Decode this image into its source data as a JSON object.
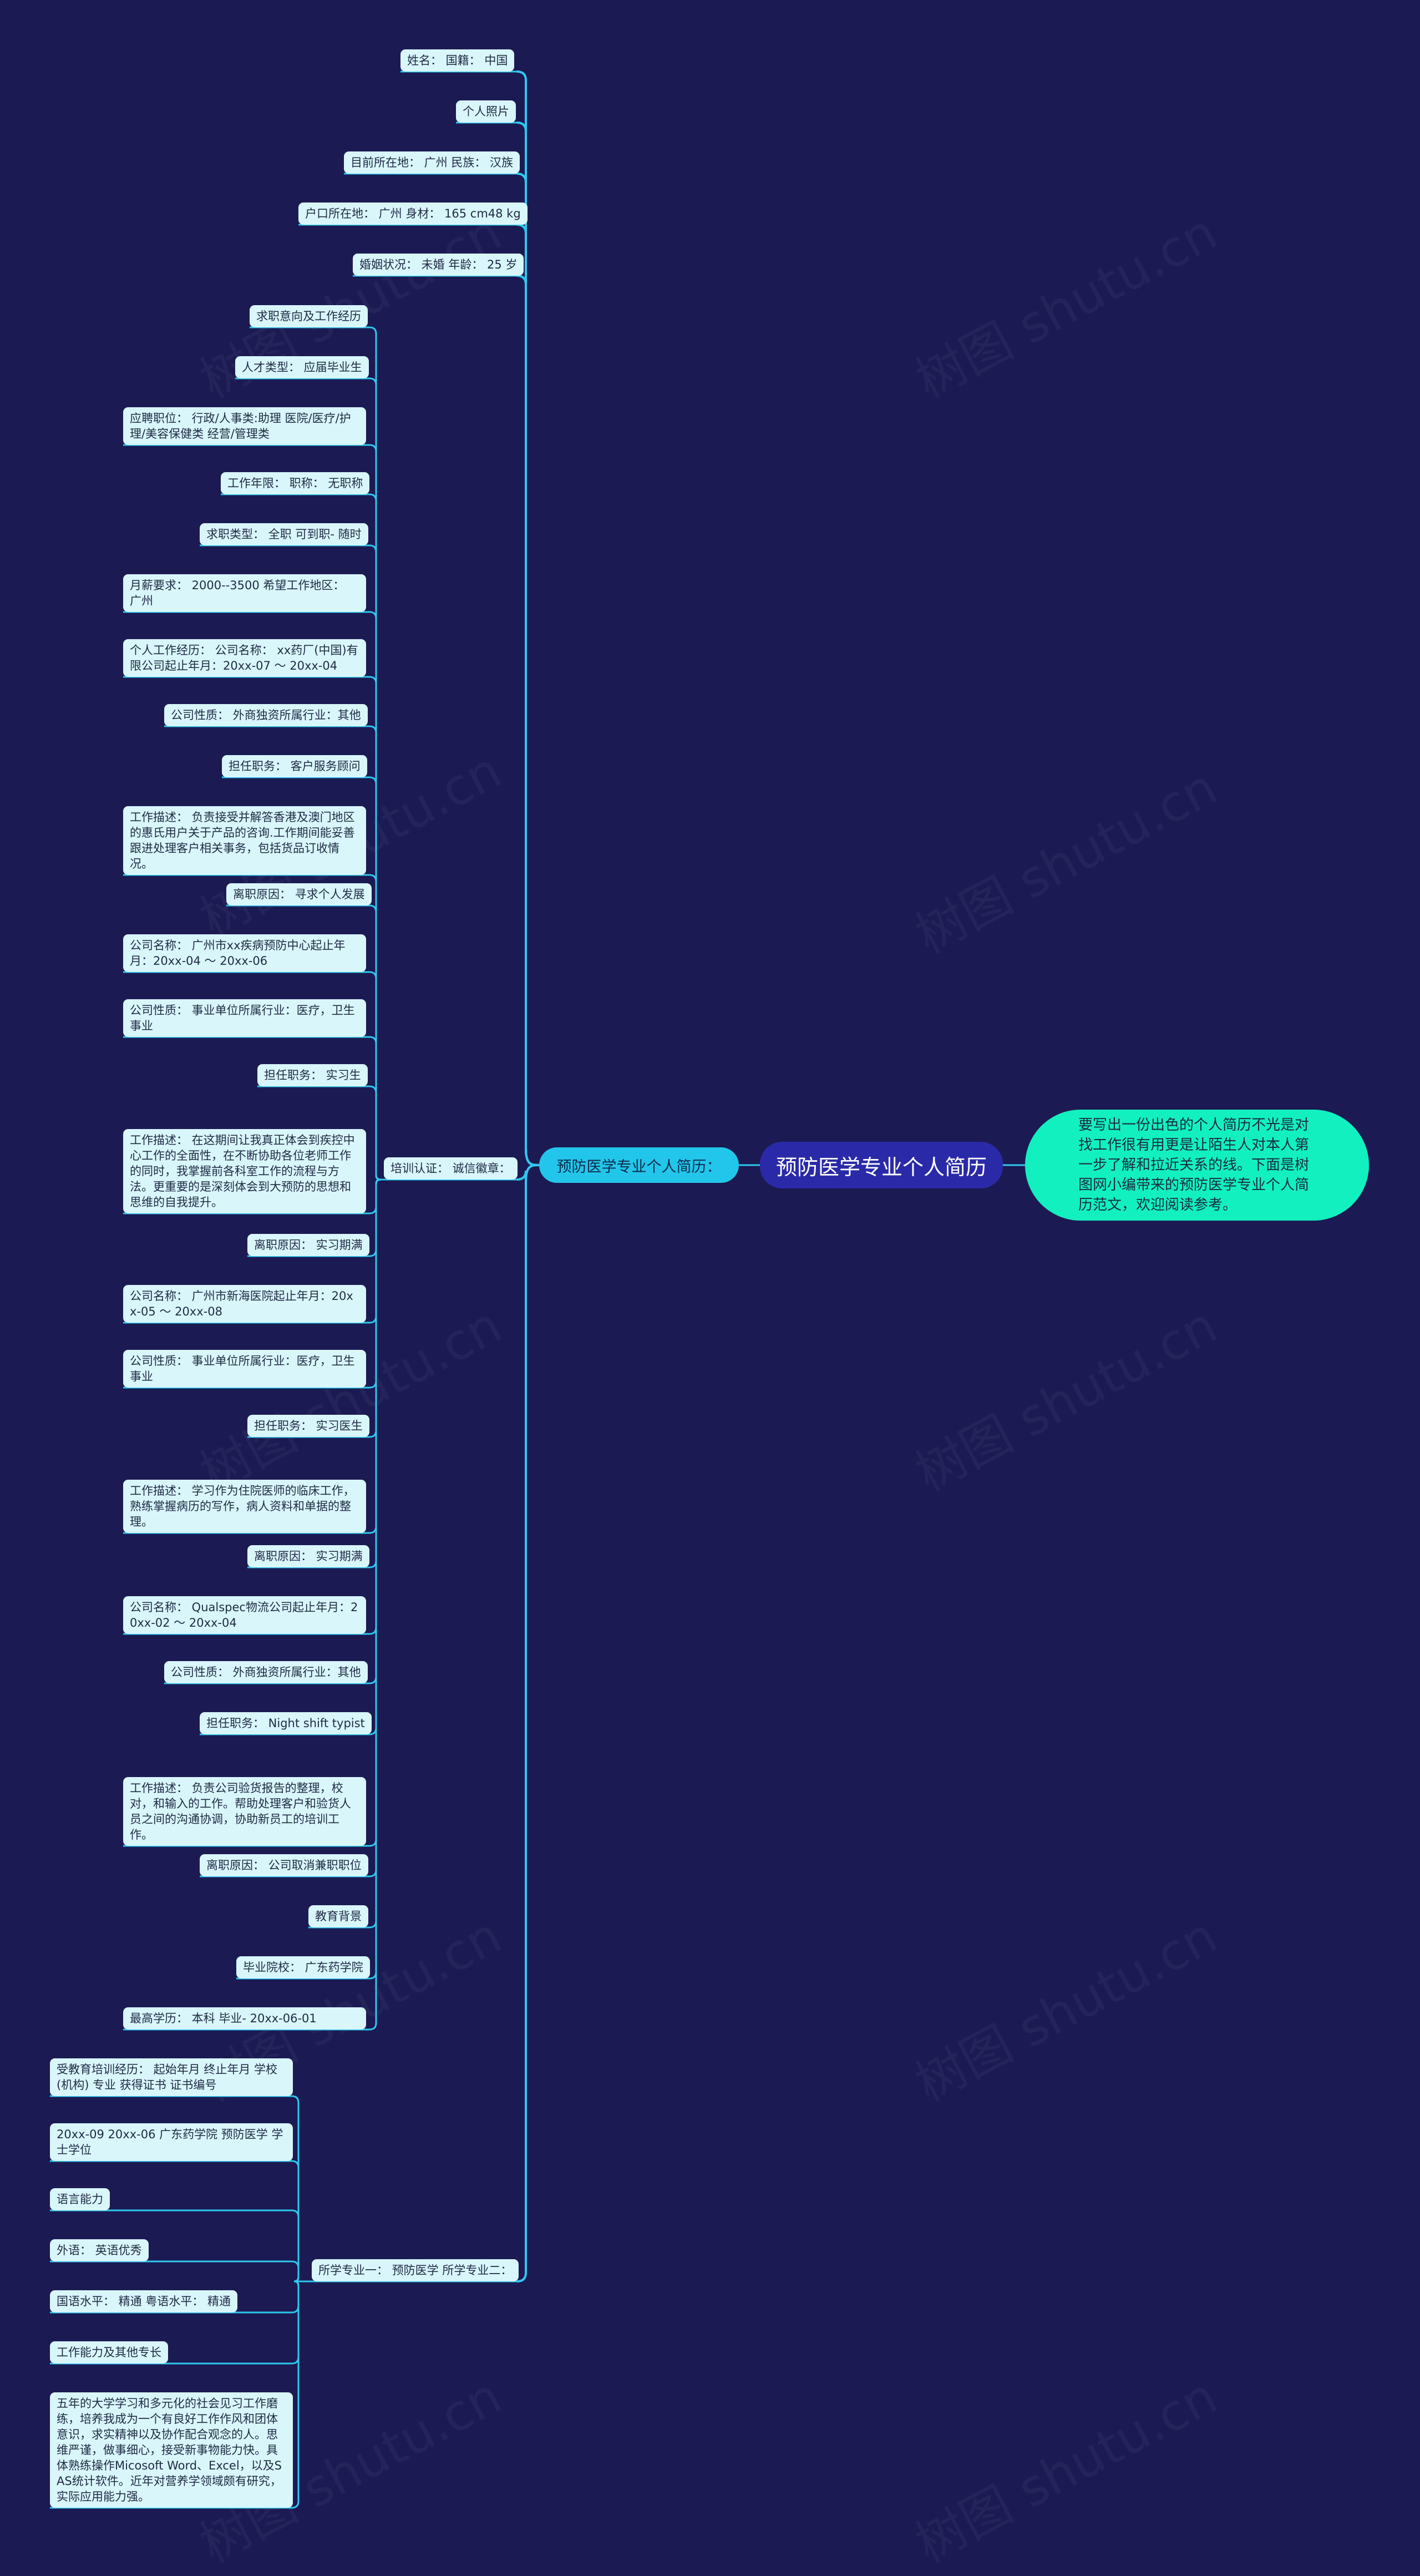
{
  "root": "预防医学专业个人简历",
  "summary": "要写出一份出色的个人简历不光是对找工作很有用更是让陌生人对本人第一步了解和拉近关系的线。下面是树图网小编带来的预防医学专业个人简历范文，欢迎阅读参考。",
  "main_branch": "预防医学专业个人简历：",
  "top_items": [
    "姓名：  国籍：  中国",
    "个人照片",
    "目前所在地：  广州 民族：  汉族",
    "户口所在地：  广州 身材：  165 cm48 kg",
    "婚姻状况：  未婚 年龄：  25 岁"
  ],
  "group1": {
    "label": "培训认证：  诚信徽章：",
    "items": [
      "求职意向及工作经历",
      "人才类型：  应届毕业生",
      "应聘职位：  行政/人事类:助理  医院/医疗/护理/美容保健类  经营/管理类",
      "工作年限：  职称：  无职称",
      "求职类型：  全职 可到职- 随时",
      "月薪要求：  2000--3500 希望工作地区：  广州",
      "个人工作经历：  公司名称：  xx药厂(中国)有限公司起止年月：20xx-07 ～ 20xx-04",
      "公司性质：  外商独资所属行业：其他",
      "担任职务：  客户服务顾问",
      "工作描述：  负责接受并解答香港及澳门地区的惠氏用户关于产品的咨询.工作期间能妥善跟进处理客户相关事务，包括货品订收情况。",
      "离职原因：  寻求个人发展",
      "公司名称：  广州市xx疾病预防中心起止年月：20xx-04 ～ 20xx-06",
      "公司性质：  事业单位所属行业：医疗，卫生事业",
      "担任职务：  实习生",
      "工作描述：  在这期间让我真正体会到疾控中心工作的全面性，在不断协助各位老师工作的同时，我掌握前各科室工作的流程与方法。更重要的是深刻体会到大预防的思想和思维的自我提升。",
      "离职原因：  实习期满",
      "公司名称：  广州市新海医院起止年月：20xx-05 ～ 20xx-08",
      "公司性质：  事业单位所属行业：医疗，卫生事业",
      "担任职务：  实习医生",
      "工作描述：  学习作为住院医师的临床工作，熟练掌握病历的写作，病人资料和单据的整理。",
      "离职原因：  实习期满",
      "公司名称：  Qualspec物流公司起止年月：20xx-02 ～ 20xx-04",
      "公司性质：  外商独资所属行业：其他",
      "担任职务：  Night shift typist",
      "工作描述：  负责公司验货报告的整理，校对，和输入的工作。帮助处理客户和验货人员之间的沟通协调，协助新员工的培训工作。",
      "离职原因：  公司取消兼职职位",
      "教育背景",
      "毕业院校：  广东药学院",
      "最高学历：  本科 毕业- 20xx-06-01"
    ]
  },
  "group2": {
    "label": "所学专业一：  预防医学 所学专业二：",
    "items": [
      "受教育培训经历：  起始年月 终止年月 学校(机构) 专业 获得证书 证书编号",
      "20xx-09 20xx-06 广东药学院 预防医学 学士学位",
      "语言能力",
      "外语：  英语优秀",
      "国语水平：  精通 粤语水平：  精通",
      "工作能力及其他专长",
      "五年的大学学习和多元化的社会见习工作磨练，培养我成为一个有良好工作作风和团体意识，求实精神以及协作配合观念的人。思维严谨，做事细心，接受新事物能力快。具体熟练操作Micosoft Word、Excel，以及SAS统计软件。近年对营养学领域颇有研究，实际应用能力强。"
    ]
  },
  "watermark": "树图 shutu.cn",
  "colors": {
    "background": "#1c1a52",
    "root": "#2a2aa8",
    "branch": "#22c6ea",
    "summary": "#12f0c0",
    "node": "#d9f6fb",
    "link": "#2ec8f0"
  }
}
